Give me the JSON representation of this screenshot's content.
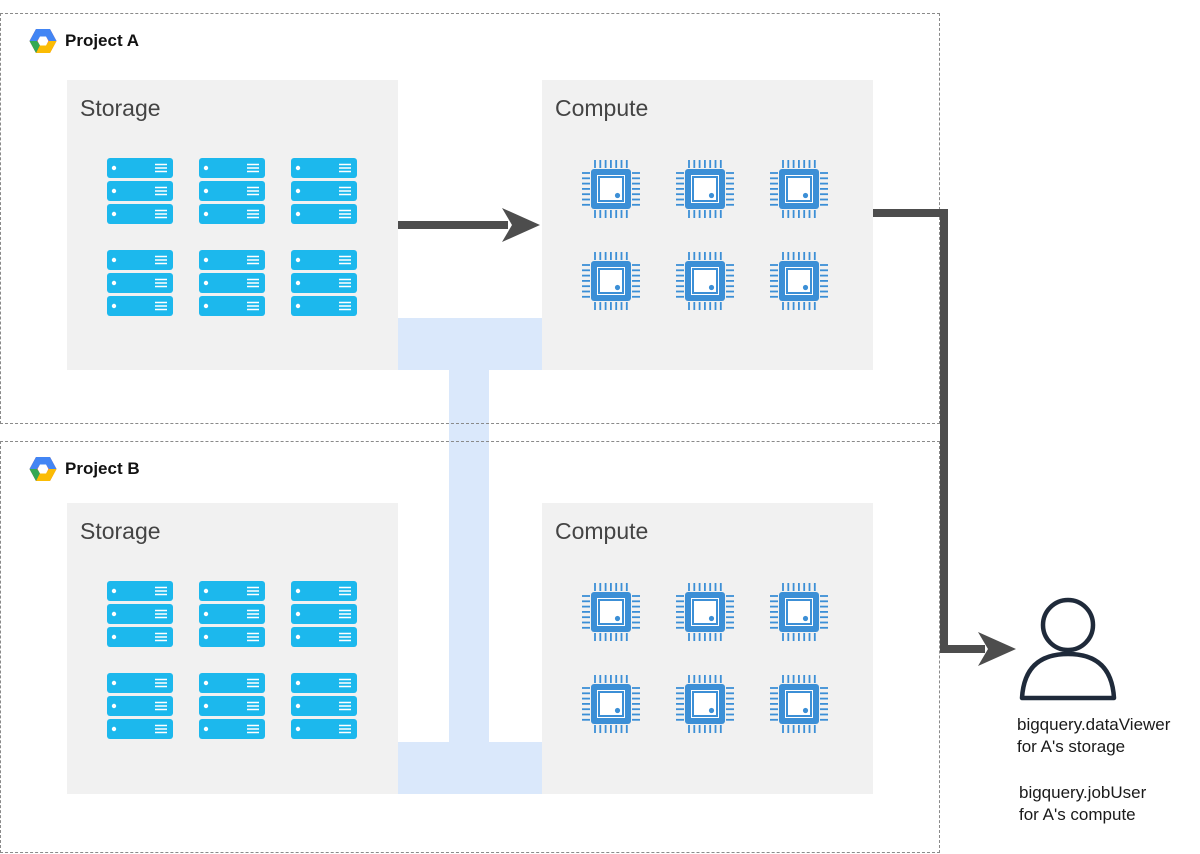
{
  "projects": [
    {
      "name": "Project A",
      "storage_title": "Storage",
      "compute_title": "Compute"
    },
    {
      "name": "Project B",
      "storage_title": "Storage",
      "compute_title": "Compute"
    }
  ],
  "icons": {
    "project_logo": "google-cloud-hexagon-icon",
    "storage_item": "server-rack-icon",
    "compute_item": "cpu-chip-icon",
    "user": "person-icon"
  },
  "colors": {
    "storage_icon": "#1cb8ed",
    "compute_icon": "#3c8fd6",
    "panel_bg": "#f1f1f1",
    "bridge": "#dae8fb",
    "arrow": "#4d4d4d",
    "person_outline": "#1f2a3a"
  },
  "user": {
    "notes": [
      {
        "line1": "bigquery.dataViewer",
        "line2": "for A's storage"
      },
      {
        "line1": "bigquery.jobUser",
        "line2": "for A's compute"
      }
    ]
  }
}
